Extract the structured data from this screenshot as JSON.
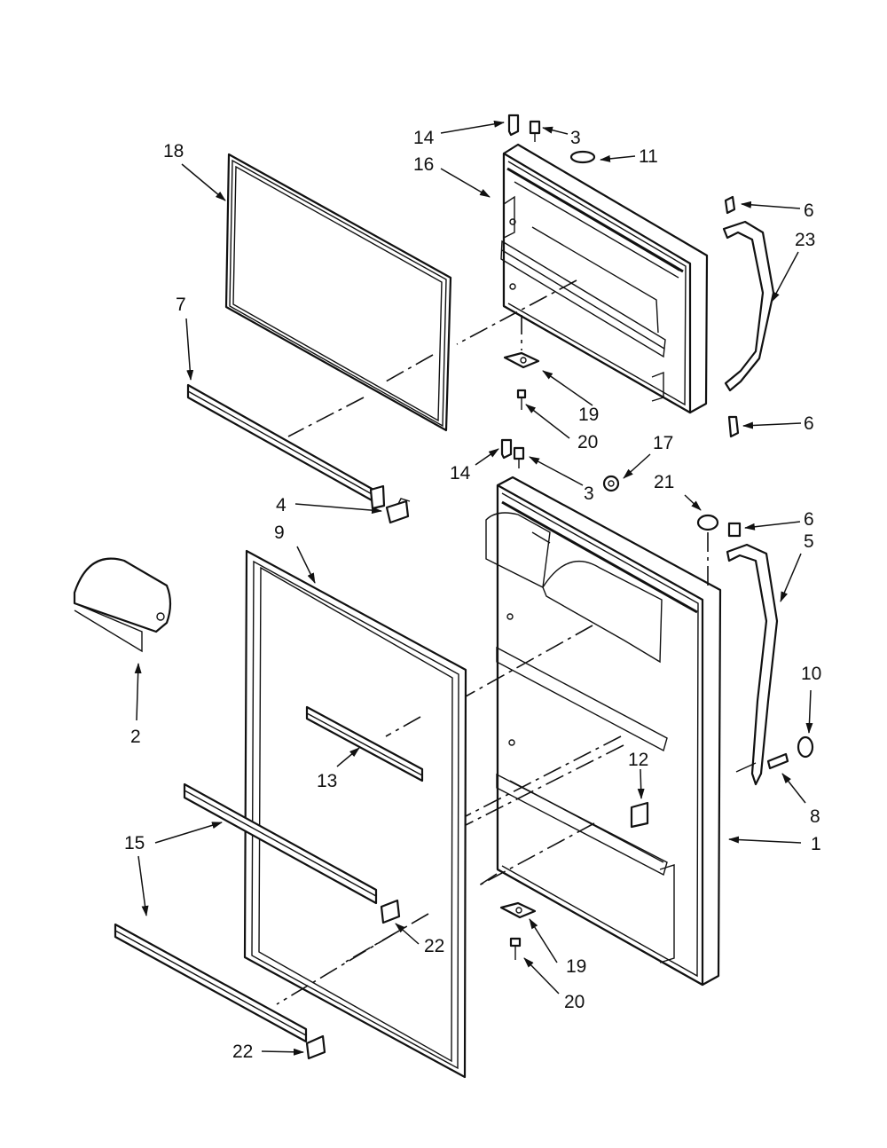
{
  "diagram": {
    "type": "exploded-parts-view",
    "callouts": [
      {
        "id": "c14a",
        "label": "14"
      },
      {
        "id": "c3a",
        "label": "3"
      },
      {
        "id": "c11",
        "label": "11"
      },
      {
        "id": "c16",
        "label": "16"
      },
      {
        "id": "c18",
        "label": "18"
      },
      {
        "id": "c6a",
        "label": "6"
      },
      {
        "id": "c23",
        "label": "23"
      },
      {
        "id": "c7",
        "label": "7"
      },
      {
        "id": "c19a",
        "label": "19"
      },
      {
        "id": "c6b",
        "label": "6"
      },
      {
        "id": "c20a",
        "label": "20"
      },
      {
        "id": "c14b",
        "label": "14"
      },
      {
        "id": "c17",
        "label": "17"
      },
      {
        "id": "c3b",
        "label": "3"
      },
      {
        "id": "c21",
        "label": "21"
      },
      {
        "id": "c4",
        "label": "4"
      },
      {
        "id": "c6c",
        "label": "6"
      },
      {
        "id": "c9",
        "label": "9"
      },
      {
        "id": "c5",
        "label": "5"
      },
      {
        "id": "c10",
        "label": "10"
      },
      {
        "id": "c2",
        "label": "2"
      },
      {
        "id": "c13",
        "label": "13"
      },
      {
        "id": "c12",
        "label": "12"
      },
      {
        "id": "c8",
        "label": "8"
      },
      {
        "id": "c15",
        "label": "15"
      },
      {
        "id": "c1",
        "label": "1"
      },
      {
        "id": "c22a",
        "label": "22"
      },
      {
        "id": "c19b",
        "label": "19"
      },
      {
        "id": "c20b",
        "label": "20"
      },
      {
        "id": "c22b",
        "label": "22"
      }
    ]
  }
}
